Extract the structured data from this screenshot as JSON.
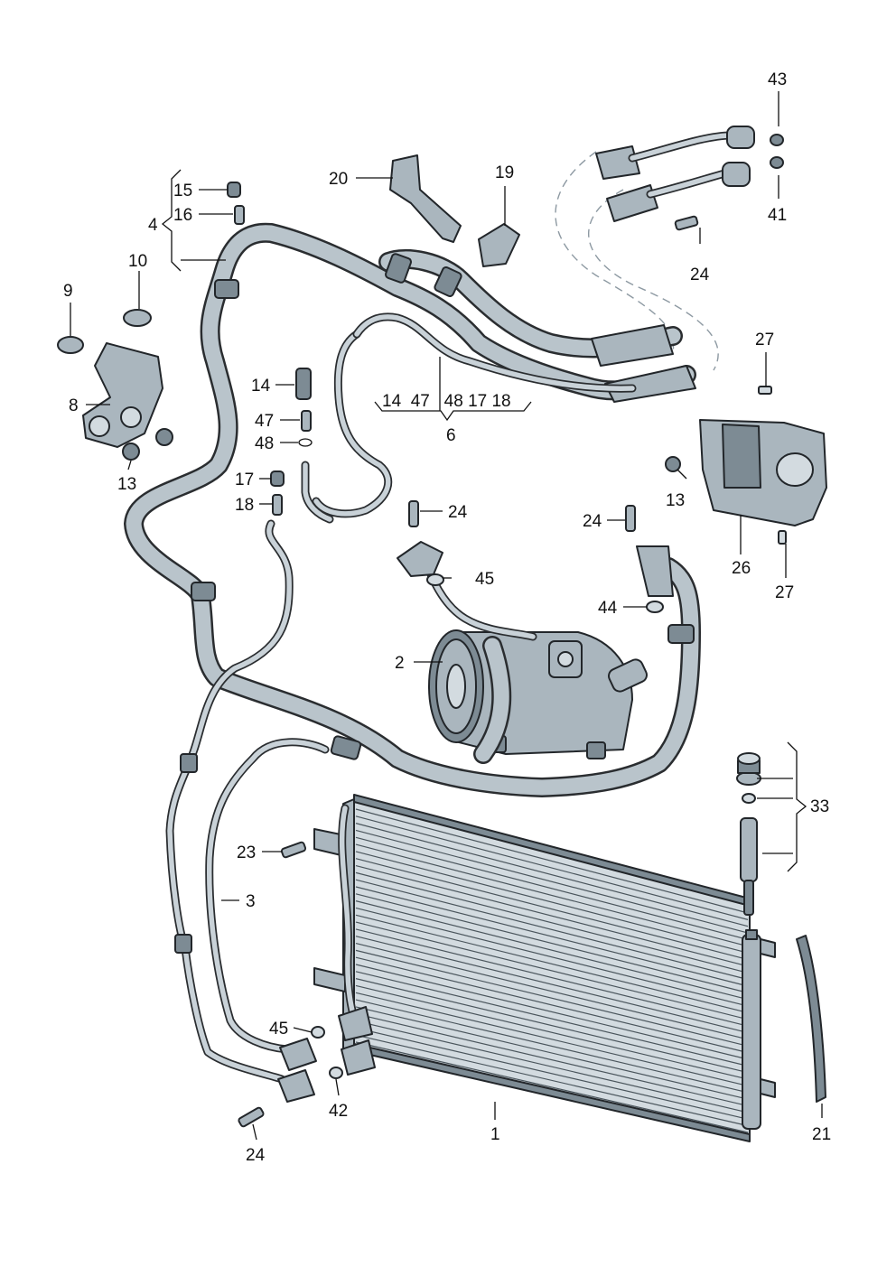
{
  "diagram": {
    "callouts": [
      {
        "id": "c43",
        "text": "43"
      },
      {
        "id": "c41",
        "text": "41"
      },
      {
        "id": "c24a",
        "text": "24"
      },
      {
        "id": "c20",
        "text": "20"
      },
      {
        "id": "c19",
        "text": "19"
      },
      {
        "id": "c15",
        "text": "15"
      },
      {
        "id": "c16",
        "text": "16"
      },
      {
        "id": "c4",
        "text": "4"
      },
      {
        "id": "c10",
        "text": "10"
      },
      {
        "id": "c9",
        "text": "9"
      },
      {
        "id": "c8",
        "text": "8"
      },
      {
        "id": "c13a",
        "text": "13"
      },
      {
        "id": "c14a",
        "text": "14"
      },
      {
        "id": "c47a",
        "text": "47"
      },
      {
        "id": "c48a",
        "text": "48"
      },
      {
        "id": "c17a",
        "text": "17"
      },
      {
        "id": "c18a",
        "text": "18"
      },
      {
        "id": "c6group",
        "text": "14  47   48 17 18"
      },
      {
        "id": "c6",
        "text": "6"
      },
      {
        "id": "c27a",
        "text": "27"
      },
      {
        "id": "c13b",
        "text": "13"
      },
      {
        "id": "c26",
        "text": "26"
      },
      {
        "id": "c27b",
        "text": "27"
      },
      {
        "id": "c24b",
        "text": "24"
      },
      {
        "id": "c24c",
        "text": "24"
      },
      {
        "id": "c45a",
        "text": "45"
      },
      {
        "id": "c44",
        "text": "44"
      },
      {
        "id": "c2",
        "text": "2"
      },
      {
        "id": "c33",
        "text": "33"
      },
      {
        "id": "c23",
        "text": "23"
      },
      {
        "id": "c3",
        "text": "3"
      },
      {
        "id": "c45b",
        "text": "45"
      },
      {
        "id": "c42",
        "text": "42"
      },
      {
        "id": "c24d",
        "text": "24"
      },
      {
        "id": "c1",
        "text": "1"
      },
      {
        "id": "c21",
        "text": "21"
      }
    ]
  }
}
